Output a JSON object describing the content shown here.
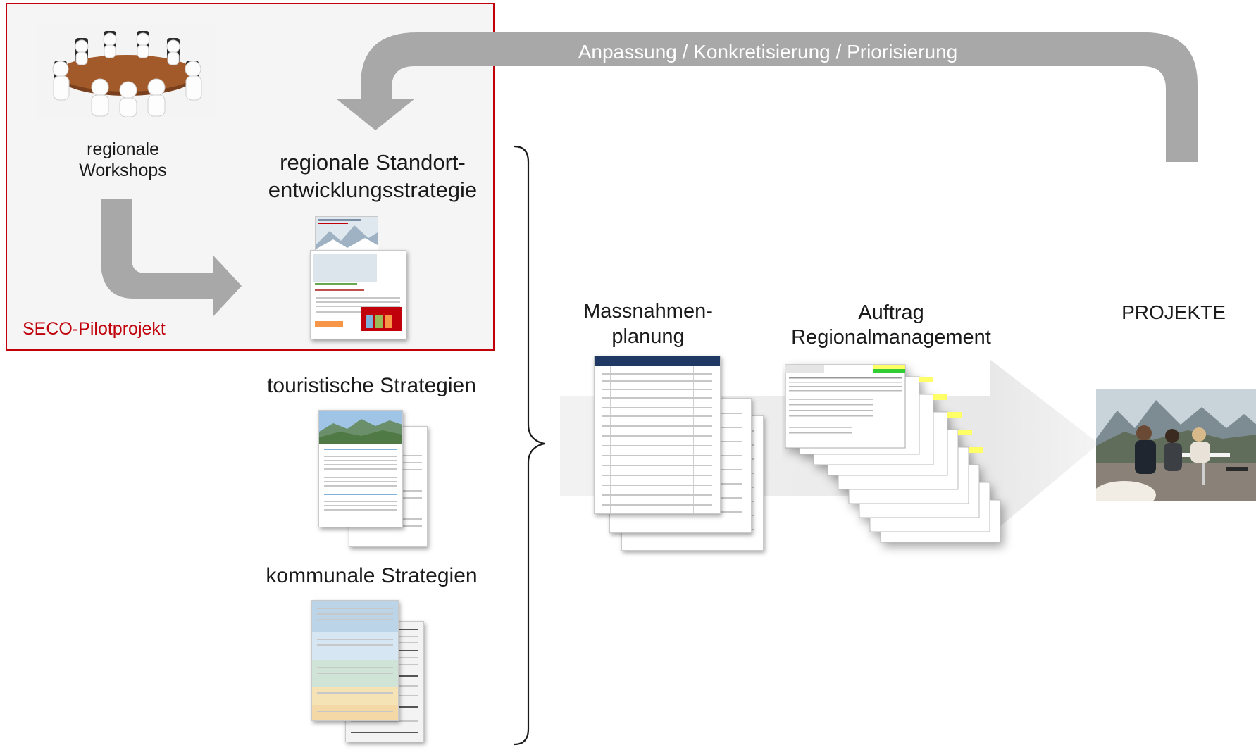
{
  "labels": {
    "workshops": "regionale\nWorkshops",
    "strategy_title": "regionale Standort-\nentwicklungsstrategie",
    "pilot": "SECO-Pilotprojekt",
    "tourism": "touristische Strategien",
    "communal": "kommunale Strategien",
    "measures": "Massnahmen-\nplanung",
    "mandate": "Auftrag\nRegionalmanagement",
    "projects": "PROJEKTE",
    "loop": "Anpassung / Konkretisierung / Priorisierung"
  },
  "colors": {
    "pilot_border": "#c0000a",
    "pilot_text": "#c0000a",
    "arrow_gray": "#a8a8a8",
    "big_arrow": "#ececec",
    "loop_text": "#ffffff"
  },
  "icons": {
    "meeting": "round-table-meeting-figures",
    "projects_photo": "mountain-terrace-people-photo",
    "strategy_doc": "strategy-brochure-thumbnail",
    "tourism_docs": "tourism-strategy-document-thumbnails",
    "communal_docs": "communal-strategy-document-thumbnails",
    "measures_docs": "measures-table-document-stack",
    "mandate_docs": "mandate-form-document-stack",
    "brace": "curly-brace-right"
  }
}
